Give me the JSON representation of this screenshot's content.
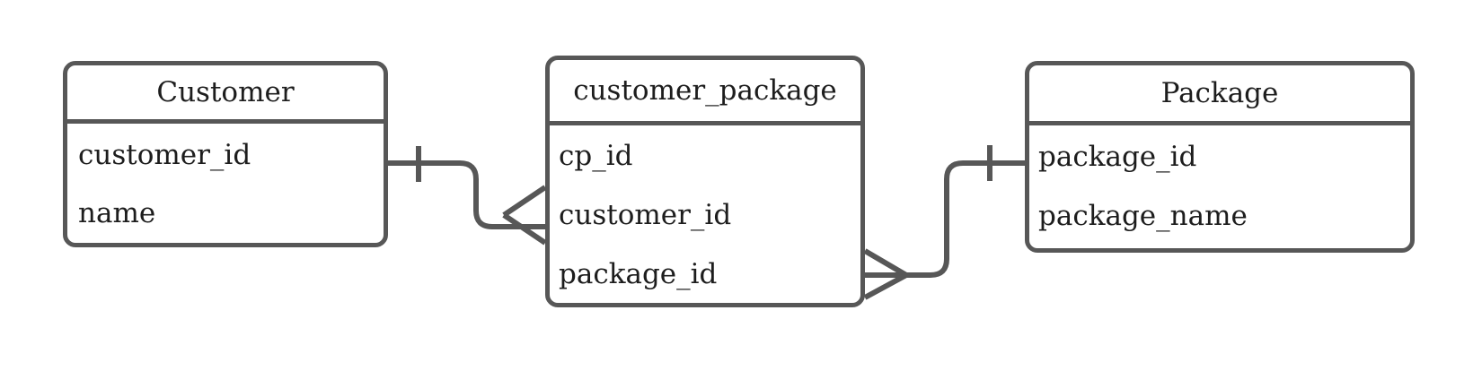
{
  "diagram": {
    "type": "entity-relationship-diagram",
    "notation": "crow's-foot",
    "background_color": "#ffffff",
    "stroke_color": "#575757",
    "text_color": "#1d1d1d",
    "fill_color": "#ffffff"
  },
  "entities": [
    {
      "id": "customer",
      "title": "Customer",
      "attributes": [
        {
          "name": "customer_id"
        },
        {
          "name": "name"
        }
      ]
    },
    {
      "id": "customer_package",
      "title": "customer_package",
      "attributes": [
        {
          "name": "cp_id"
        },
        {
          "name": "customer_id"
        },
        {
          "name": "package_id"
        }
      ]
    },
    {
      "id": "package",
      "title": "Package",
      "attributes": [
        {
          "name": "package_id"
        },
        {
          "name": "package_name"
        }
      ]
    }
  ],
  "relationships": [
    {
      "id": "customer-to-customer-package",
      "from_entity": "Customer",
      "to_entity": "customer_package",
      "from_cardinality": "one",
      "to_cardinality": "many",
      "from_marker": "one-tick",
      "to_marker": "crows-foot"
    },
    {
      "id": "customer-package-to-package",
      "from_entity": "customer_package",
      "to_entity": "Package",
      "from_cardinality": "many",
      "to_cardinality": "one",
      "from_marker": "crows-foot",
      "to_marker": "one-tick"
    }
  ]
}
